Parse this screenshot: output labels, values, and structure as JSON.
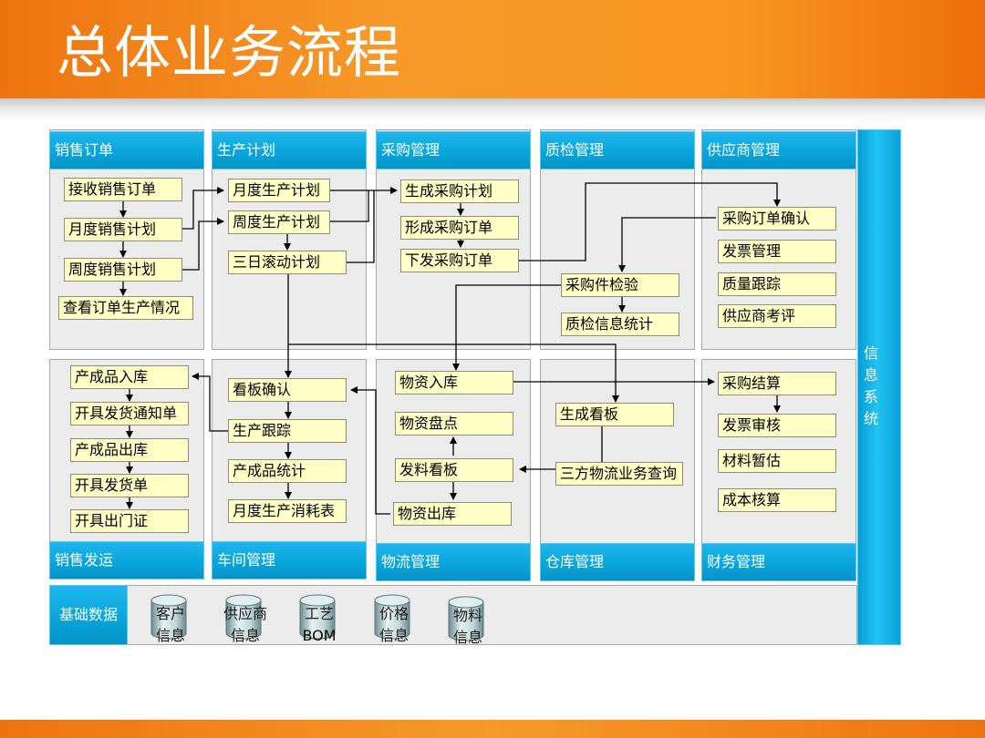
{
  "title": "总体业务流程",
  "modules": {
    "sales_order": "销售订单",
    "production_plan": "生产计划",
    "purchase_mgmt": "采购管理",
    "quality_mgmt": "质检管理",
    "supplier_mgmt": "供应商管理",
    "sales_delivery": "销售发运",
    "workshop_mgmt": "车间管理",
    "logistics_mgmt": "物流管理",
    "warehouse_mgmt": "仓库管理",
    "finance_mgmt": "财务管理"
  },
  "info_system": "信\n息\n系\n统",
  "boxes": {
    "receive_order": "接收销售订单",
    "monthly_sales_plan": "月度销售计划",
    "weekly_sales_plan": "周度销售计划",
    "view_order_production": "查看订单生产情况",
    "monthly_prod_plan": "月度生产计划",
    "weekly_prod_plan": "周度生产计划",
    "three_day_plan": "三日滚动计划",
    "gen_purchase_plan": "生成采购计划",
    "form_purchase_order": "形成采购订单",
    "issue_purchase_order": "下发采购订单",
    "purchased_inspect": "采购件检验",
    "qc_stats": "质检信息统计",
    "po_confirm": "采购订单确认",
    "invoice_mgmt": "发票管理",
    "quality_track": "质量跟踪",
    "supplier_eval": "供应商考评",
    "finished_in": "产成品入库",
    "delivery_notice": "开具发货通知单",
    "finished_out": "产成品出库",
    "delivery_note": "开具发货单",
    "exit_pass": "开具出门证",
    "kanban_confirm": "看板确认",
    "prod_track": "生产跟踪",
    "finished_stats": "产成品统计",
    "monthly_consumption": "月度生产消耗表",
    "material_in": "物资入库",
    "material_count": "物资盘点",
    "issue_kanban": "发料看板",
    "material_out": "物资出库",
    "gen_kanban": "生成看板",
    "tpl_query": "三方物流业务查询",
    "purchase_settle": "采购结算",
    "invoice_audit": "发票审核",
    "material_estimate": "材料暂估",
    "cost_accounting": "成本核算"
  },
  "base_data": {
    "label": "基础数据",
    "items": [
      {
        "line1": "客户",
        "line2": "信息"
      },
      {
        "line1": "供应商",
        "line2": "信息"
      },
      {
        "line1": "工艺",
        "line2": "BOM"
      },
      {
        "line1": "价格",
        "line2": "信息"
      },
      {
        "line1": "物料",
        "line2": "信息"
      }
    ]
  }
}
